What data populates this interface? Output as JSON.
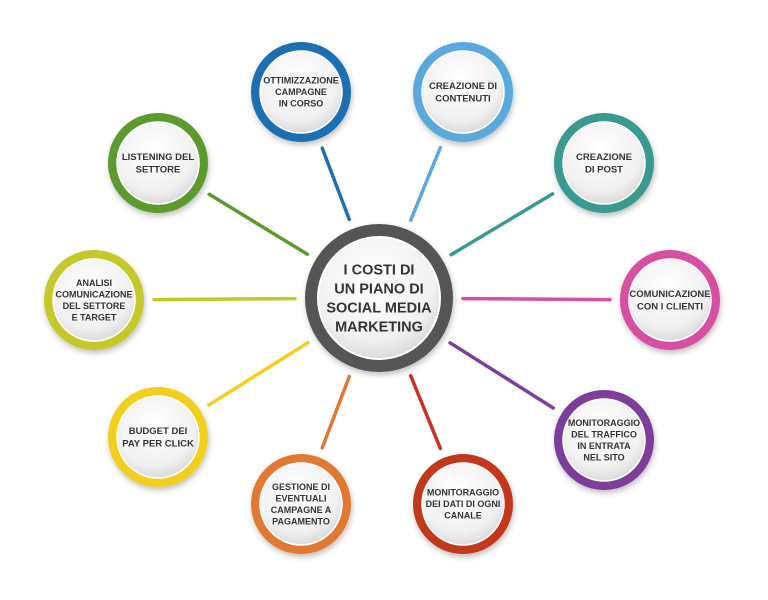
{
  "center": {
    "lines": [
      "I COSTI DI",
      "UN PIANO DI",
      "SOCIAL MEDIA",
      "MARKETING"
    ],
    "color": "#555555"
  },
  "nodes": [
    {
      "id": "ottimizzazione",
      "lines": [
        "OTTIMIZZAZIONE",
        "CAMPAGNE",
        "IN CORSO"
      ],
      "color": "#1f6fb2"
    },
    {
      "id": "creazione-contenuti",
      "lines": [
        "CREAZIONE DI",
        "CONTENUTI"
      ],
      "color": "#5aa9dc"
    },
    {
      "id": "creazione-post",
      "lines": [
        "CREAZIONE",
        "DI POST"
      ],
      "color": "#3a9a8e"
    },
    {
      "id": "comunicazione-clienti",
      "lines": [
        "COMUNICAZIONE",
        "CON I CLIENTI"
      ],
      "color": "#d64fa2"
    },
    {
      "id": "monitoraggio-traffico",
      "lines": [
        "MONITORAGGIO",
        "DEL TRAFFICO",
        "IN ENTRATA",
        "NEL SITO"
      ],
      "color": "#7b3e9b"
    },
    {
      "id": "monitoraggio-dati",
      "lines": [
        "MONITORAGGIO",
        "DEI DATI DI OGNI",
        "CANALE"
      ],
      "color": "#c2371f"
    },
    {
      "id": "gestione-campagne",
      "lines": [
        "GESTIONE DI",
        "EVENTUALI",
        "CAMPAGNE A",
        "PAGAMENTO"
      ],
      "color": "#e07a32"
    },
    {
      "id": "budget-ppc",
      "lines": [
        "BUDGET DEI",
        "PAY PER CLICK"
      ],
      "color": "#f2cf1d"
    },
    {
      "id": "analisi",
      "lines": [
        "ANALISI",
        "COMUNICAZIONE",
        "DEL SETTORE",
        "E TARGET"
      ],
      "color": "#c4c92a"
    },
    {
      "id": "listening",
      "lines": [
        "LISTENING DEL",
        "SETTORE"
      ],
      "color": "#5b9a2f"
    }
  ]
}
